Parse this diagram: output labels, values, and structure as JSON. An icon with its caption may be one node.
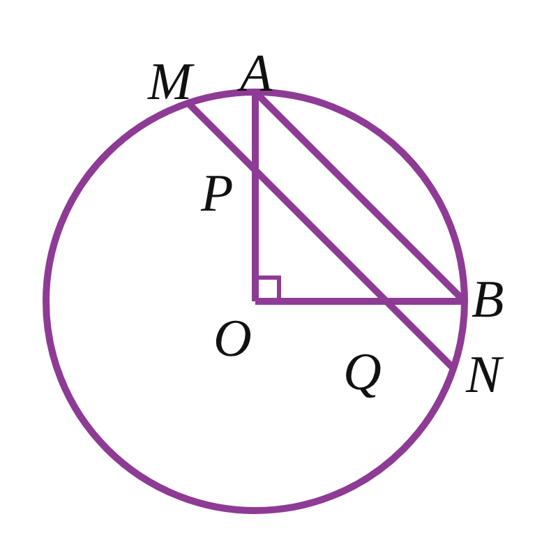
{
  "diagram": {
    "labels": [
      "M",
      "A",
      "P",
      "B",
      "O",
      "Q",
      "N"
    ]
  }
}
